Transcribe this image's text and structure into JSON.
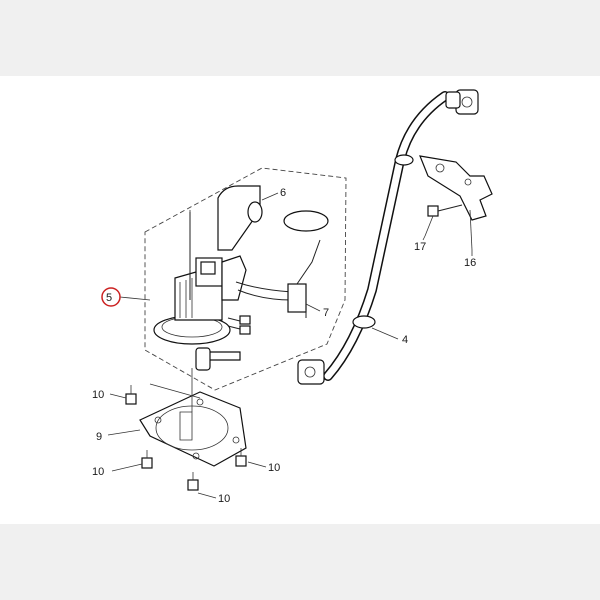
{
  "colors": {
    "page_background": "#f0f0f0",
    "diagram_background": "#ffffff",
    "line": "#222222",
    "highlight_ring": "#cc2222"
  },
  "callouts": {
    "fuel_pump_assembly": "5",
    "fuel_pump_upper_bracket": "6",
    "fuel_level_sender": "7",
    "fuel_hose": "4",
    "hose_bracket": "16",
    "bracket_bolt": "17",
    "gasket": "9",
    "bolt_top_left": "10",
    "bolt_left": "10",
    "bolt_right": "10",
    "bolt_bottom": "10"
  }
}
